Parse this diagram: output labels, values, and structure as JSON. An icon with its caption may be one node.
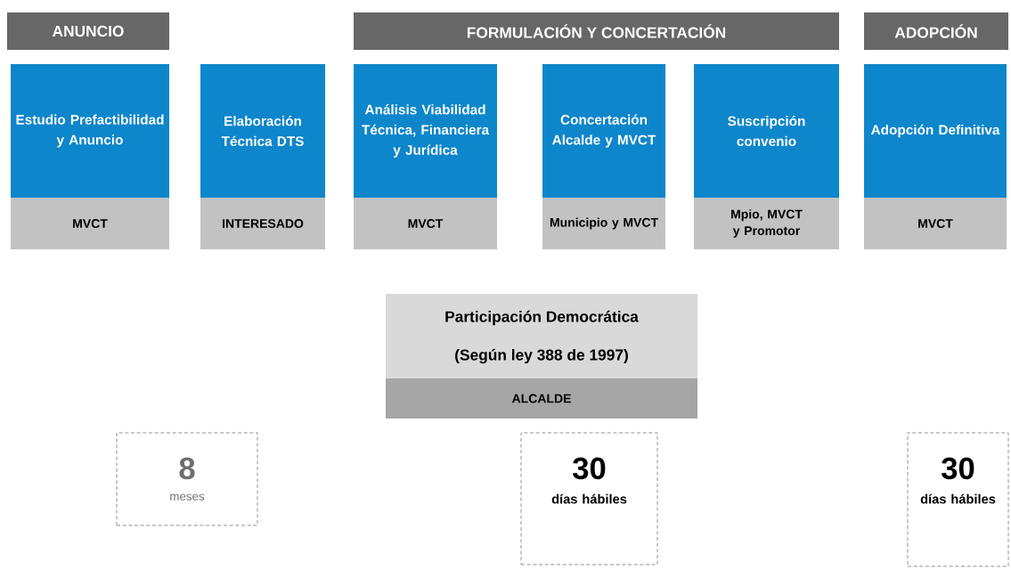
{
  "diagram": {
    "nodes": [
      {
        "text": [
          "ANUNCIO"
        ]
      },
      {
        "text": [
          "FORMULACIÓN Y CONCERTACIÓN"
        ]
      },
      {
        "text": [
          "ADOPCIÓN"
        ]
      },
      {
        "text": [
          "Estudio Prefactibilidad y Anuncio",
          "MVCT"
        ]
      },
      {
        "text": [
          "Elaboración Técnica DTS",
          "INTERESADO"
        ]
      },
      {
        "text": [
          "Análisis Viabilidad Técnica, Financiera y Jurídica",
          "MVCT"
        ]
      },
      {
        "text": [
          "Concertación Alcalde y MVCT",
          "Municipio y MVCT"
        ]
      },
      {
        "text": [
          "Suscripción convenio",
          "Mpio, MVCT y Promotor"
        ]
      },
      {
        "text": [
          "Adopción Definitiva",
          "MVCT"
        ]
      },
      {
        "text": [
          "Participación Democrática",
          "(Según ley 388 de 1997)",
          "ALCALDE"
        ]
      },
      {
        "text": [
          "8",
          "meses"
        ]
      },
      {
        "text": [
          "30",
          "días hábiles"
        ]
      },
      {
        "text": [
          "30",
          "días hábiles"
        ]
      }
    ]
  }
}
